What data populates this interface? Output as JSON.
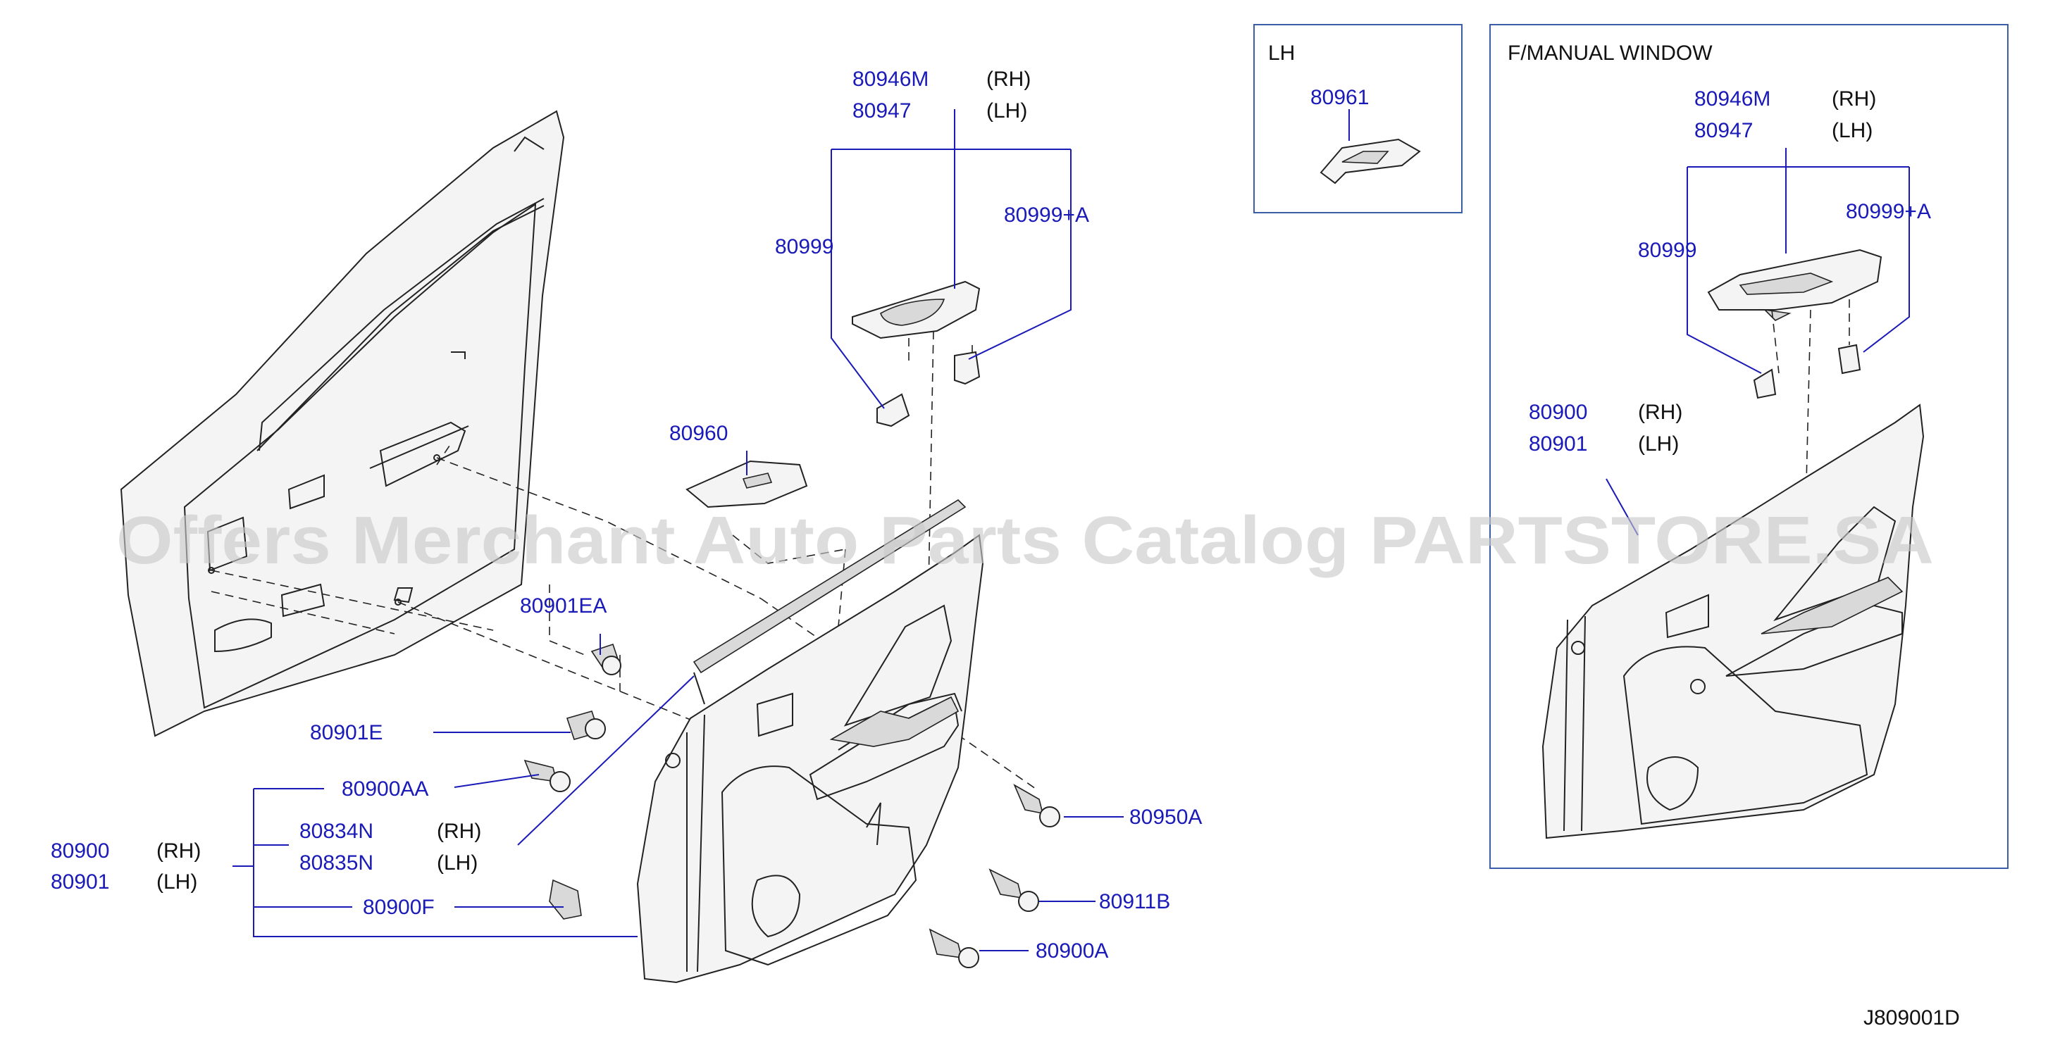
{
  "watermark": "Offers Merchant Auto Parts Catalog PARTSTORE.SA",
  "diagram_code": "J809001D",
  "inset_lh": {
    "title": "LH",
    "part": "80961"
  },
  "inset_manual": {
    "title": "F/MANUAL   WINDOW",
    "parts": {
      "p80946m": "80946M",
      "p80946m_side": "(RH)",
      "p80947": "80947",
      "p80947_side": "(LH)",
      "p80999": "80999",
      "p80999a": "80999+A",
      "p80900": "80900",
      "p80900_side": "(RH)",
      "p80901": "80901",
      "p80901_side": "(LH)"
    }
  },
  "main_parts": {
    "p80946m": "80946M",
    "p80946m_side": "(RH)",
    "p80947": "80947",
    "p80947_side": "(LH)",
    "p80999": "80999",
    "p80999a": "80999+A",
    "p80960": "80960",
    "p80901ea": "80901EA",
    "p80901e": "80901E",
    "p80900aa": "80900AA",
    "p80900": "80900",
    "p80900_side": "(RH)",
    "p80901": "80901",
    "p80901_side": "(LH)",
    "p80834n": "80834N",
    "p80834n_side": "(RH)",
    "p80835n": "80835N",
    "p80835n_side": "(LH)",
    "p80900f": "80900F",
    "p80950a": "80950A",
    "p80911b": "80911B",
    "p80900a": "80900A"
  }
}
